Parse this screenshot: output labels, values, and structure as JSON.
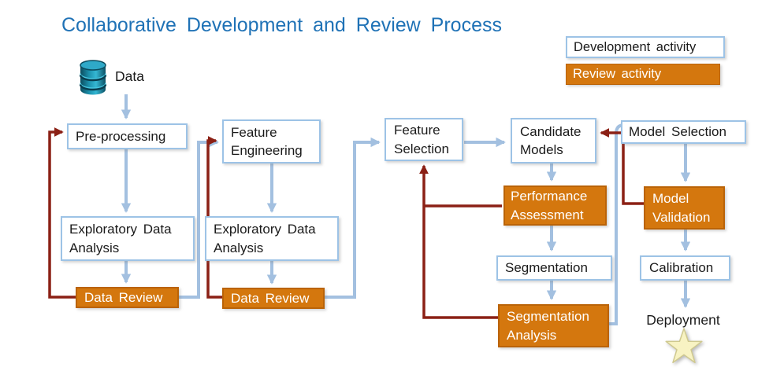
{
  "title": "Collaborative Development and Review Process",
  "legend": {
    "development": "Development activity",
    "review": "Review activity"
  },
  "source": {
    "label": "Data"
  },
  "nodes": {
    "pre_processing": {
      "label": "Pre-processing",
      "type": "development"
    },
    "eda1": {
      "label": "Exploratory Data Analysis",
      "type": "development"
    },
    "data_review1": {
      "label": "Data Review",
      "type": "review"
    },
    "feature_engineering": {
      "label": "Feature Engineering",
      "type": "development"
    },
    "eda2": {
      "label": "Exploratory Data Analysis",
      "type": "development"
    },
    "data_review2": {
      "label": "Data Review",
      "type": "review"
    },
    "feature_selection": {
      "label": "Feature Selection",
      "type": "development"
    },
    "candidate_models": {
      "label": "Candidate Models",
      "type": "development"
    },
    "performance_assessment": {
      "label": "Performance Assessment",
      "type": "review"
    },
    "segmentation": {
      "label": "Segmentation",
      "type": "development"
    },
    "segmentation_analysis": {
      "label": "Segmentation Analysis",
      "type": "review"
    },
    "model_selection": {
      "label": "Model Selection",
      "type": "development"
    },
    "model_validation": {
      "label": "Model Validation",
      "type": "review"
    },
    "calibration": {
      "label": "Calibration",
      "type": "development"
    },
    "deployment": {
      "label": "Deployment"
    }
  },
  "icons": {
    "database": "database-icon",
    "star": "deployment-star-icon"
  },
  "colors": {
    "title_text": "#1F72B6",
    "development_border": "#9DC3E6",
    "review_fill": "#D4770E",
    "flow_arrow": "#A3C0E0",
    "review_arrow": "#8B2015",
    "database_teal": "#1C92AE",
    "star_fill": "#F8F3C3"
  }
}
